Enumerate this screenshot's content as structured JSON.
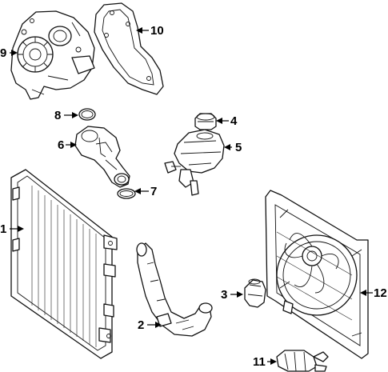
{
  "diagram": {
    "callouts": [
      {
        "id": "c1",
        "label": "1",
        "part": "radiator"
      },
      {
        "id": "c2",
        "label": "2",
        "part": "radiator-hose"
      },
      {
        "id": "c3",
        "label": "3",
        "part": "sensor"
      },
      {
        "id": "c4",
        "label": "4",
        "part": "reservoir-cap"
      },
      {
        "id": "c5",
        "label": "5",
        "part": "coolant-reservoir"
      },
      {
        "id": "c6",
        "label": "6",
        "part": "thermostat-housing"
      },
      {
        "id": "c7",
        "label": "7",
        "part": "o-ring-lower"
      },
      {
        "id": "c8",
        "label": "8",
        "part": "o-ring-upper"
      },
      {
        "id": "c9",
        "label": "9",
        "part": "water-pump"
      },
      {
        "id": "c10",
        "label": "10",
        "part": "pump-cover"
      },
      {
        "id": "c11",
        "label": "11",
        "part": "auxiliary-pump"
      },
      {
        "id": "c12",
        "label": "12",
        "part": "fan-assembly"
      }
    ]
  }
}
